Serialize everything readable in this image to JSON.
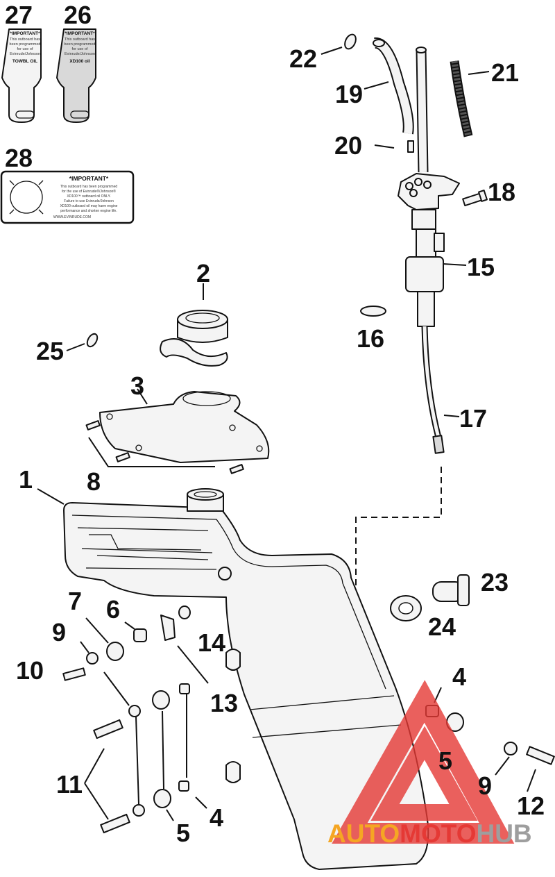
{
  "callouts": {
    "c1": "1",
    "c2": "2",
    "c3": "3",
    "c4a": "4",
    "c4b": "4",
    "c5a": "5",
    "c5b": "5",
    "c6": "6",
    "c7": "7",
    "c8": "8",
    "c9a": "9",
    "c9b": "9",
    "c10": "10",
    "c11": "11",
    "c12": "12",
    "c13": "13",
    "c14": "14",
    "c15": "15",
    "c16": "16",
    "c17": "17",
    "c18": "18",
    "c19": "19",
    "c20": "20",
    "c21": "21",
    "c22": "22",
    "c23": "23",
    "c24": "24",
    "c25": "25",
    "c26": "26",
    "c27": "27",
    "c28": "28"
  },
  "decal27": {
    "l1": "*IMPORTANT*",
    "l2": "This outboard has",
    "l3": "been programmed",
    "l4": "for use of",
    "l5": "Evinrude/Johnson",
    "l6": "TOWBL OIL"
  },
  "decal26": {
    "l1": "*IMPORTANT*",
    "l2": "This outboard has",
    "l3": "been programmed",
    "l4": "for use of",
    "l5": "Evinrude/Johnson",
    "l6": "XD100 oil"
  },
  "decal28": {
    "l1": "*IMPORTANT*",
    "l2": "This outboard has been programmed",
    "l3": "for the use of Evinrude®/Johnson®",
    "l4": "XD100™ outboard oil ONLY.",
    "l5": "Failure to use Evinrude/Johnson",
    "l6": "XD100 outboard oil may harm engine",
    "l7": "performance and shorten engine life.",
    "l8": "WWW.EVINRUDE.COM"
  },
  "watermark": {
    "part1": "AUTO",
    "part2": "MOTO",
    "part3": "HUB",
    "color1": "#f5a623",
    "color2": "#e53935",
    "color3": "#9e9e9e"
  }
}
